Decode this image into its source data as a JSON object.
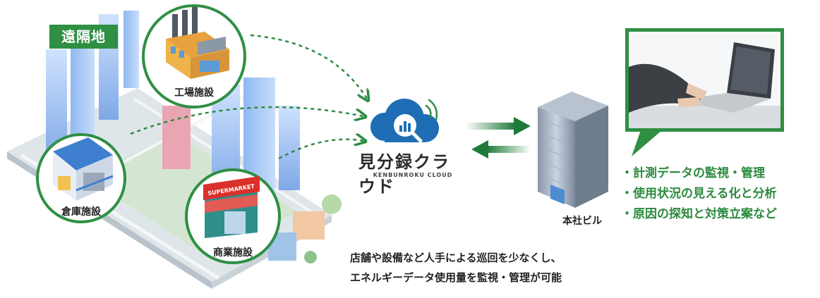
{
  "remote_tag": "遠隔地",
  "facilities": [
    {
      "id": "factory",
      "label": "工場施設"
    },
    {
      "id": "warehouse",
      "label": "倉庫施設"
    },
    {
      "id": "commercial",
      "label": "商業施設"
    }
  ],
  "store_sign": "SUPERMARKET",
  "logo": {
    "name": "見分録クラウド",
    "subtitle": "KENBUNROKU CLOUD"
  },
  "headquarters_label": "本社ビル",
  "benefits": [
    "・計測データの監視・管理",
    "・使用状況の見える化と分析",
    "・原因の探知と対策立案など"
  ],
  "caption": [
    "店舗や設備など人手による巡回を少なくし、",
    "エネルギーデータ使用量を監視・管理が可能"
  ],
  "colors": {
    "brand_green": "#2f8f43",
    "cloud_blue": "#1e6db5",
    "arrow_green": "#1f7a3a"
  }
}
